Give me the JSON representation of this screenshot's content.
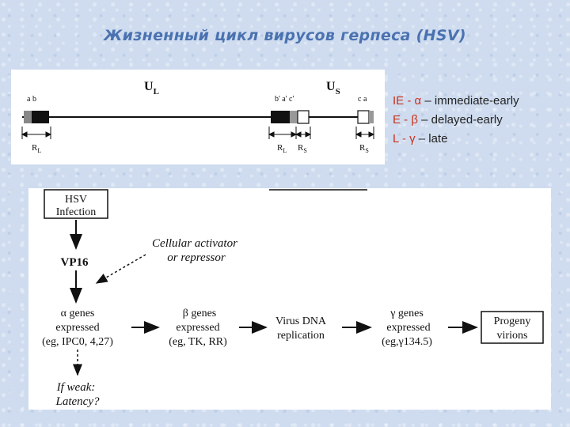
{
  "title": "Жизненный цикл вирусов герпеса (HSV)",
  "genome": {
    "ul": "U",
    "ul_sub": "L",
    "us": "U",
    "us_sub": "S",
    "left_letters": "a b",
    "mid_letters": "b' a' c'",
    "right_letters": "c a",
    "rl": "R",
    "rl_sub": "L",
    "rl2": "R",
    "rl2_sub": "L",
    "rs": "R",
    "rs_sub": "S",
    "rs2": "R",
    "rs2_sub": "S"
  },
  "legend": [
    {
      "abbr": "IE -",
      "greek": "α",
      "text": " – immediate-early"
    },
    {
      "abbr": "E -",
      "greek": "β",
      "text": " – delayed-early"
    },
    {
      "abbr": "L -",
      "greek": "γ",
      "text": " – late"
    }
  ],
  "flow": {
    "hsv_line1": "HSV",
    "hsv_line2": "Infection",
    "vp16": "VP16",
    "cellular_line1": "Cellular activator",
    "cellular_line2": "or repressor",
    "alpha_line1": "α genes",
    "alpha_line2": "expressed",
    "alpha_line3": "(eg, IPC0, 4,27)",
    "beta_line1": "β genes",
    "beta_line2": "expressed",
    "beta_line3": "(eg, TK, RR)",
    "dna_line1": "Virus DNA",
    "dna_line2": "replication",
    "gamma_line1": "γ genes",
    "gamma_line2": "expressed",
    "gamma_line3": "(eg,γ134.5)",
    "progeny_line1": "Progeny",
    "progeny_line2": "virions",
    "weak_line1": "If weak:",
    "weak_line2": "Latency?"
  }
}
